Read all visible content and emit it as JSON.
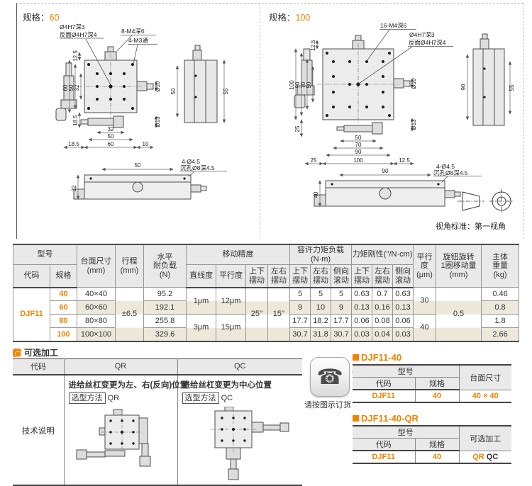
{
  "accent": "#f08300",
  "stripe": "#ece9da",
  "drawings": {
    "spec_label": "规格：",
    "projection_caption": "视角标准：第一视角",
    "spec60": {
      "value": "60",
      "labels": {
        "center1": "Ø4H7深3",
        "center2": "反面Ø4H7深4",
        "m4": "8-M4深6",
        "m3": "4-M3通",
        "left": [
          "12.5",
          "60",
          "50",
          "32",
          "18.5"
        ],
        "bottom": [
          "32",
          "50",
          "60",
          "18.5",
          "10"
        ],
        "dia10": "Ø10",
        "dia13": "Ø13",
        "side_l": "50",
        "side_r": "55",
        "bv_w": "50",
        "bv_holes": "4-Ø4.5",
        "bv_sink": "沉孔Ø8深4.5",
        "bv_h": "32"
      }
    },
    "spec100": {
      "value": "100",
      "labels": {
        "m4": "16-M4深6",
        "center1": "Ø4H7深3",
        "center2": "反面Ø4H7深4",
        "left": [
          "12.5",
          "100",
          "90",
          "70",
          "50",
          "25"
        ],
        "bottom": [
          "50",
          "70",
          "90",
          "100",
          "25",
          "12.5"
        ],
        "dia10": "Ø10",
        "dia13": "Ø13",
        "side_l": "90",
        "side_r": "55",
        "bv_w": "90",
        "bv_holes": "4-Ø4.5",
        "bv_sink": "沉孔Ø8深4.5",
        "bv_h": "40"
      }
    }
  },
  "spec_table": {
    "headers": {
      "model": "型号",
      "code": "代码",
      "spec": "规格",
      "table_size": "台面尺寸\n(mm)",
      "travel": "行程\n(mm)",
      "h_load": "水平\n耐负载\n(N)",
      "accuracy": "移动精度",
      "straightness": "直线度",
      "parallelism": "平行度",
      "pitch": "上下\n摆动",
      "yaw": "左右\n摆动",
      "roll": "侧向\n滚动",
      "moment_load": "容许力矩负载(N·m)",
      "rigidity": "力矩刚性(''/N·cm)",
      "parallel_um": "平行度\n(μm)",
      "knob_turn": "旋钮旋转\n1圈移动量\n(mm)",
      "weight": "主体\n重量\n(kg)"
    },
    "merged": {
      "code": "DJF11",
      "travel": "±6.5",
      "straight_12": "1μm",
      "straight_34": "3μm",
      "par_12": "12μm",
      "par_34": "15μm",
      "pitch": "25''",
      "yaw": "15''",
      "par_um_12": "30",
      "par_um_34": "40",
      "knob": "0.5"
    },
    "rows": [
      {
        "spec": "40",
        "size": "40×40",
        "load": "95.2",
        "m_ud": "5",
        "m_lr": "5",
        "m_roll": "5",
        "r_ud": "0.63",
        "r_lr": "0.7",
        "r_roll": "0.63",
        "weight": "0.46"
      },
      {
        "spec": "60",
        "size": "60×60",
        "load": "192.1",
        "m_ud": "9",
        "m_lr": "10",
        "m_roll": "9",
        "r_ud": "0.13",
        "r_lr": "0.16",
        "r_roll": "0.13",
        "weight": "0.8"
      },
      {
        "spec": "80",
        "size": "80×80",
        "load": "255.8",
        "m_ud": "17.7",
        "m_lr": "18.2",
        "m_roll": "17.7",
        "r_ud": "0.06",
        "r_lr": "0.08",
        "r_roll": "0.06",
        "weight": "1.8"
      },
      {
        "spec": "100",
        "size": "100×100",
        "load": "329.6",
        "m_ud": "30.7",
        "m_lr": "31.8",
        "m_roll": "30.7",
        "r_ud": "0.03",
        "r_lr": "0.04",
        "r_roll": "0.03",
        "weight": "2.66"
      }
    ]
  },
  "optional": {
    "title": "可选加工",
    "col_code": "代码",
    "col_qr": "QR",
    "col_qc": "QC",
    "qr_desc": "进给丝杠变更为左、右(反向)位置",
    "qc_desc": "进给丝杠变更为中心位置",
    "method_label": "选型方法",
    "qr_code": "QR",
    "qc_code": "QC",
    "tech_label": "技术说明"
  },
  "order": {
    "caption": "请按图示订货",
    "phone_icon": "☎",
    "hand_icon": "☞"
  },
  "mini1": {
    "title": "DJF11-40",
    "model": "型号",
    "code": "代码",
    "spec": "规格",
    "col3": "台面尺寸",
    "code_val": "DJF11",
    "spec_val": "40",
    "col3_val": "40 × 40"
  },
  "mini2": {
    "title": "DJF11-40-QR",
    "model": "型号",
    "code": "代码",
    "spec": "规格",
    "col3": "可选加工",
    "code_val": "DJF11",
    "spec_val": "40",
    "opt_qr": "QR",
    "opt_qc": "QC"
  }
}
